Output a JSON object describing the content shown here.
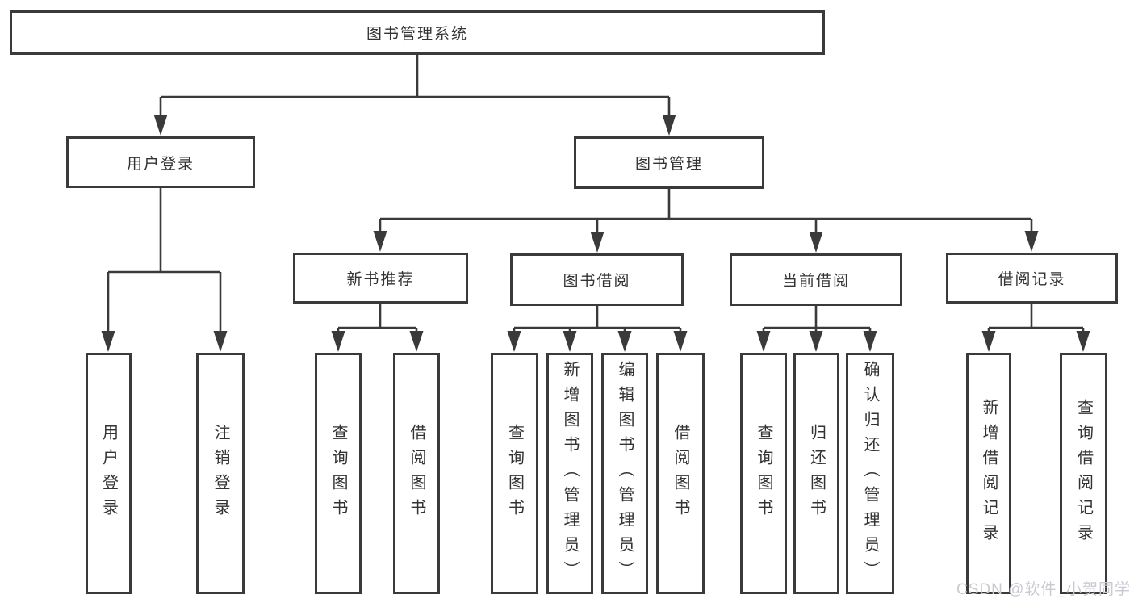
{
  "diagram": {
    "root": "图书管理系统",
    "line_color": "#3a3a3a",
    "text_color": "#333333",
    "background_color": "#ffffff",
    "sections": {
      "user_login": {
        "label": "用户登录",
        "children": [
          "用户登录",
          "注销登录"
        ]
      },
      "book_management": {
        "label": "图书管理",
        "modules": [
          {
            "label": "新书推荐",
            "children": [
              "查询图书",
              "借阅图书"
            ]
          },
          {
            "label": "图书借阅",
            "children": [
              "查询图书",
              "新增图书（管理员）",
              "编辑图书（管理员）",
              "借阅图书"
            ]
          },
          {
            "label": "当前借阅",
            "children": [
              "查询图书",
              "归还图书",
              "确认归还（管理员）"
            ]
          },
          {
            "label": "借阅记录",
            "children": [
              "新增借阅记录",
              "查询借阅记录"
            ]
          }
        ]
      }
    }
  },
  "watermark": {
    "text": "CSDN @软件_小贺同学",
    "color": "#c8cad1"
  }
}
